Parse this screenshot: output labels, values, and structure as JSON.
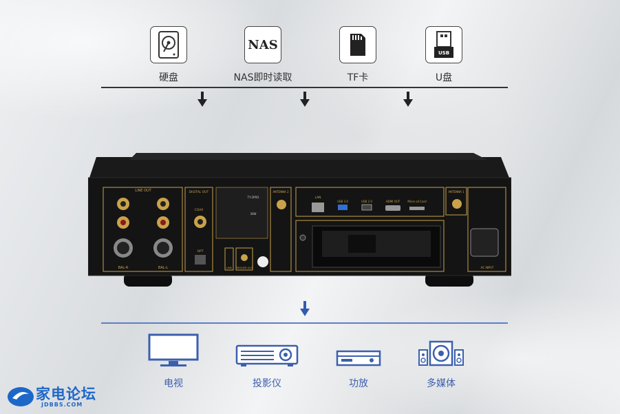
{
  "sources": [
    {
      "label": "硬盘",
      "icon": "hard-drive-icon"
    },
    {
      "label": "NAS即时读取",
      "icon": "nas-icon",
      "icon_text": "NAS"
    },
    {
      "label": "TF卡",
      "icon": "tf-card-icon"
    },
    {
      "label": "U盘",
      "icon": "usb-drive-icon",
      "icon_text": "USB"
    }
  ],
  "outputs": [
    {
      "label": "电视",
      "icon": "tv-icon"
    },
    {
      "label": "投影仪",
      "icon": "projector-icon"
    },
    {
      "label": "功放",
      "icon": "amplifier-icon"
    },
    {
      "label": "多媒体",
      "icon": "multimedia-speaker-icon"
    }
  ],
  "device": {
    "line_out": "LINE OUT",
    "bal_r": "BAL-R",
    "bal_l": "BAL-L",
    "digital_out": "DIGITAL OUT",
    "coax": "COAX",
    "opt": "OPT",
    "spec_model": "TY-2PRO",
    "spec_power": "30W",
    "antenna_2": "ANTENNA 2",
    "antenna_1": "ANTENNA 1",
    "lan": "LAN",
    "usb3": "USB 3.0",
    "usb2": "USB 2.0",
    "hdmi_out": "HDMI OUT",
    "micro_sd": "Micro sd Card",
    "link": "LINK",
    "trigger_out": "TRIGGER OUT",
    "ac_input": "AC INPUT"
  },
  "logo": {
    "name": "家电论坛",
    "sub": "JDBBS.COM"
  },
  "colors": {
    "accent_blue": "#3b5fae",
    "logo_blue": "#1d67c9",
    "gold": "#c9a24a"
  }
}
